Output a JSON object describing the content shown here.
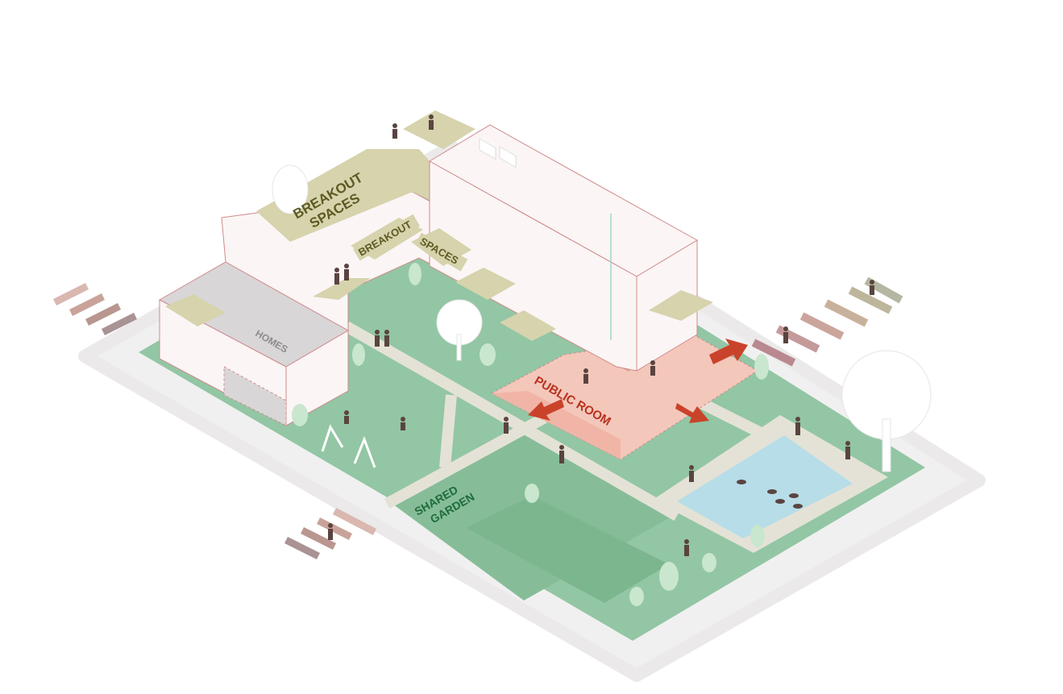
{
  "labels": {
    "breakout_large_1": "BREAKOUT",
    "breakout_large_2": "SPACES",
    "breakout_small_1": "BREAKOUT",
    "breakout_small_2": "SPACES",
    "homes": "HOMES",
    "public_room": "PUBLIC ROOM",
    "shared_garden_1": "SHARED",
    "shared_garden_2": "GARDEN"
  },
  "colors": {
    "olive_label": "#5c5a22",
    "olive_fill": "#d6d3ad",
    "public_room_text": "#b8331f",
    "public_room_fill": "#f4c7bb",
    "arrow": "#c9432a",
    "garden_text": "#1f6b3c",
    "green": "#93c6a4",
    "green_dark": "#7cb68f",
    "pond": "#b7dde8",
    "path": "#e4e2d6",
    "plinth": "#f1f0f1",
    "building": "#fbf5f5",
    "building_line": "#d08a8a",
    "homes_grey": "#d9d6d8",
    "people": "#5a4440"
  }
}
